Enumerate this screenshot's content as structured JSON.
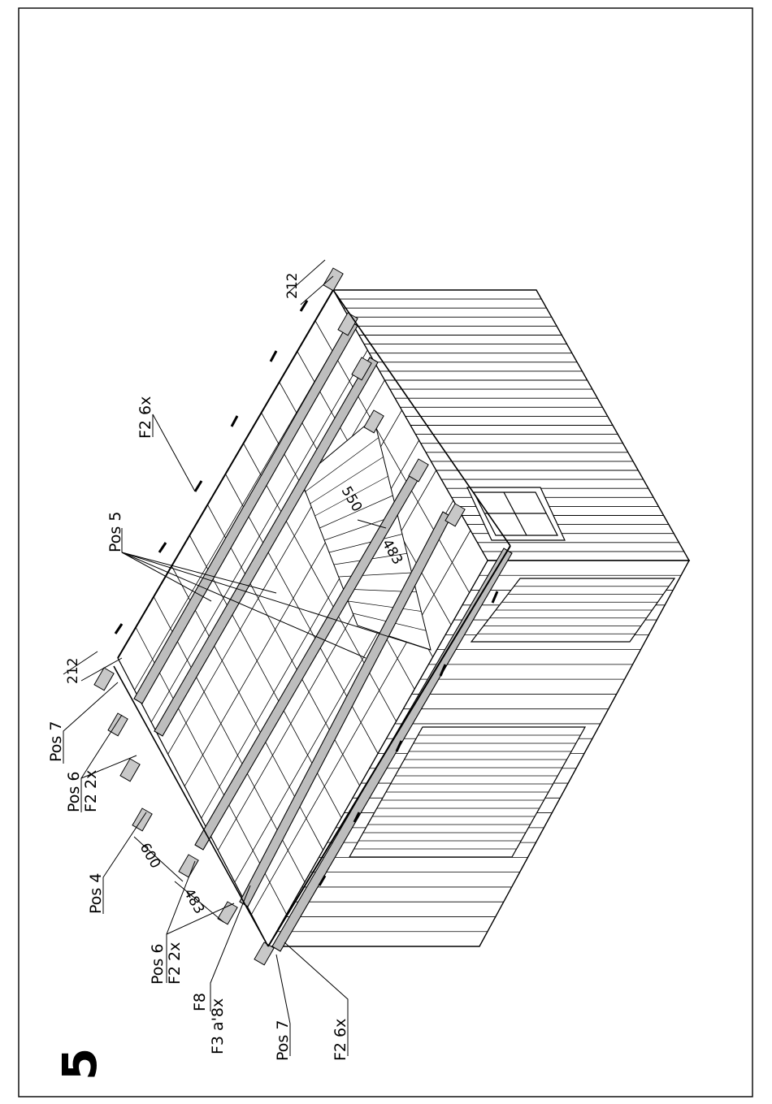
{
  "step_number": "5",
  "labels": {
    "pos7_top": "Pos 7",
    "pos6_top": "Pos 6",
    "f2_2x_top": "F2 2x",
    "pos4": "Pos 4",
    "pos6_bottom": "Pos 6",
    "f2_2x_bottom": "F2 2x",
    "f8": "F8",
    "f3_8x": "F3 a'8x",
    "pos7_bottom": "Pos 7",
    "f2_6x_bottom": "F2 6x",
    "f2_6x_right": "F2 6x",
    "pos5": "Pos 5"
  },
  "dimensions": {
    "d212_top": "212",
    "d212_right": "212",
    "d600": "600",
    "d483_left": "483",
    "d550": "550",
    "d483_mid": "483"
  }
}
